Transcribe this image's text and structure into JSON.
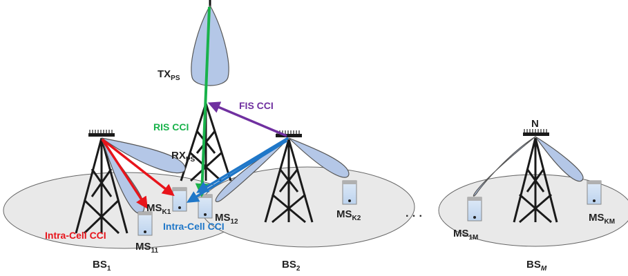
{
  "labels": {
    "tx_ps": {
      "main": "TX",
      "sub": "PS"
    },
    "rx_ps": {
      "main": "RX",
      "sub": "PS"
    },
    "ris_cci": "RIS CCI",
    "fis_cci": "FIS CCI",
    "intra_cell_cci_red": "Intra-Cell CCI",
    "intra_cell_cci_blue": "Intra-Cell CCI",
    "ms_k1": {
      "main": "MS",
      "sub": "K1"
    },
    "ms_12": {
      "main": "MS",
      "sub": "12"
    },
    "ms_k2": {
      "main": "MS",
      "sub": "K2"
    },
    "ms_11": {
      "main": "MS",
      "sub": "11"
    },
    "ms_1m": {
      "main": "MS",
      "sub": "1M"
    },
    "ms_km": {
      "main": "MS",
      "sub": "KM"
    },
    "bs_1": {
      "main": "BS",
      "sub": "1"
    },
    "bs_2": {
      "main": "BS",
      "sub": "2"
    },
    "bs_m": {
      "main": "BS",
      "sub": "M"
    },
    "antenna_n": "N",
    "ellipsis": "· · ·"
  },
  "colors": {
    "ris_cci": "#19b24b",
    "fis_cci": "#7030a0",
    "intra_cell_red": "#e8141b",
    "intra_cell_blue": "#1f77c8",
    "beam": "#b4c7e7",
    "tower": "#1a1a1a",
    "cell": "#e8e8e8"
  }
}
